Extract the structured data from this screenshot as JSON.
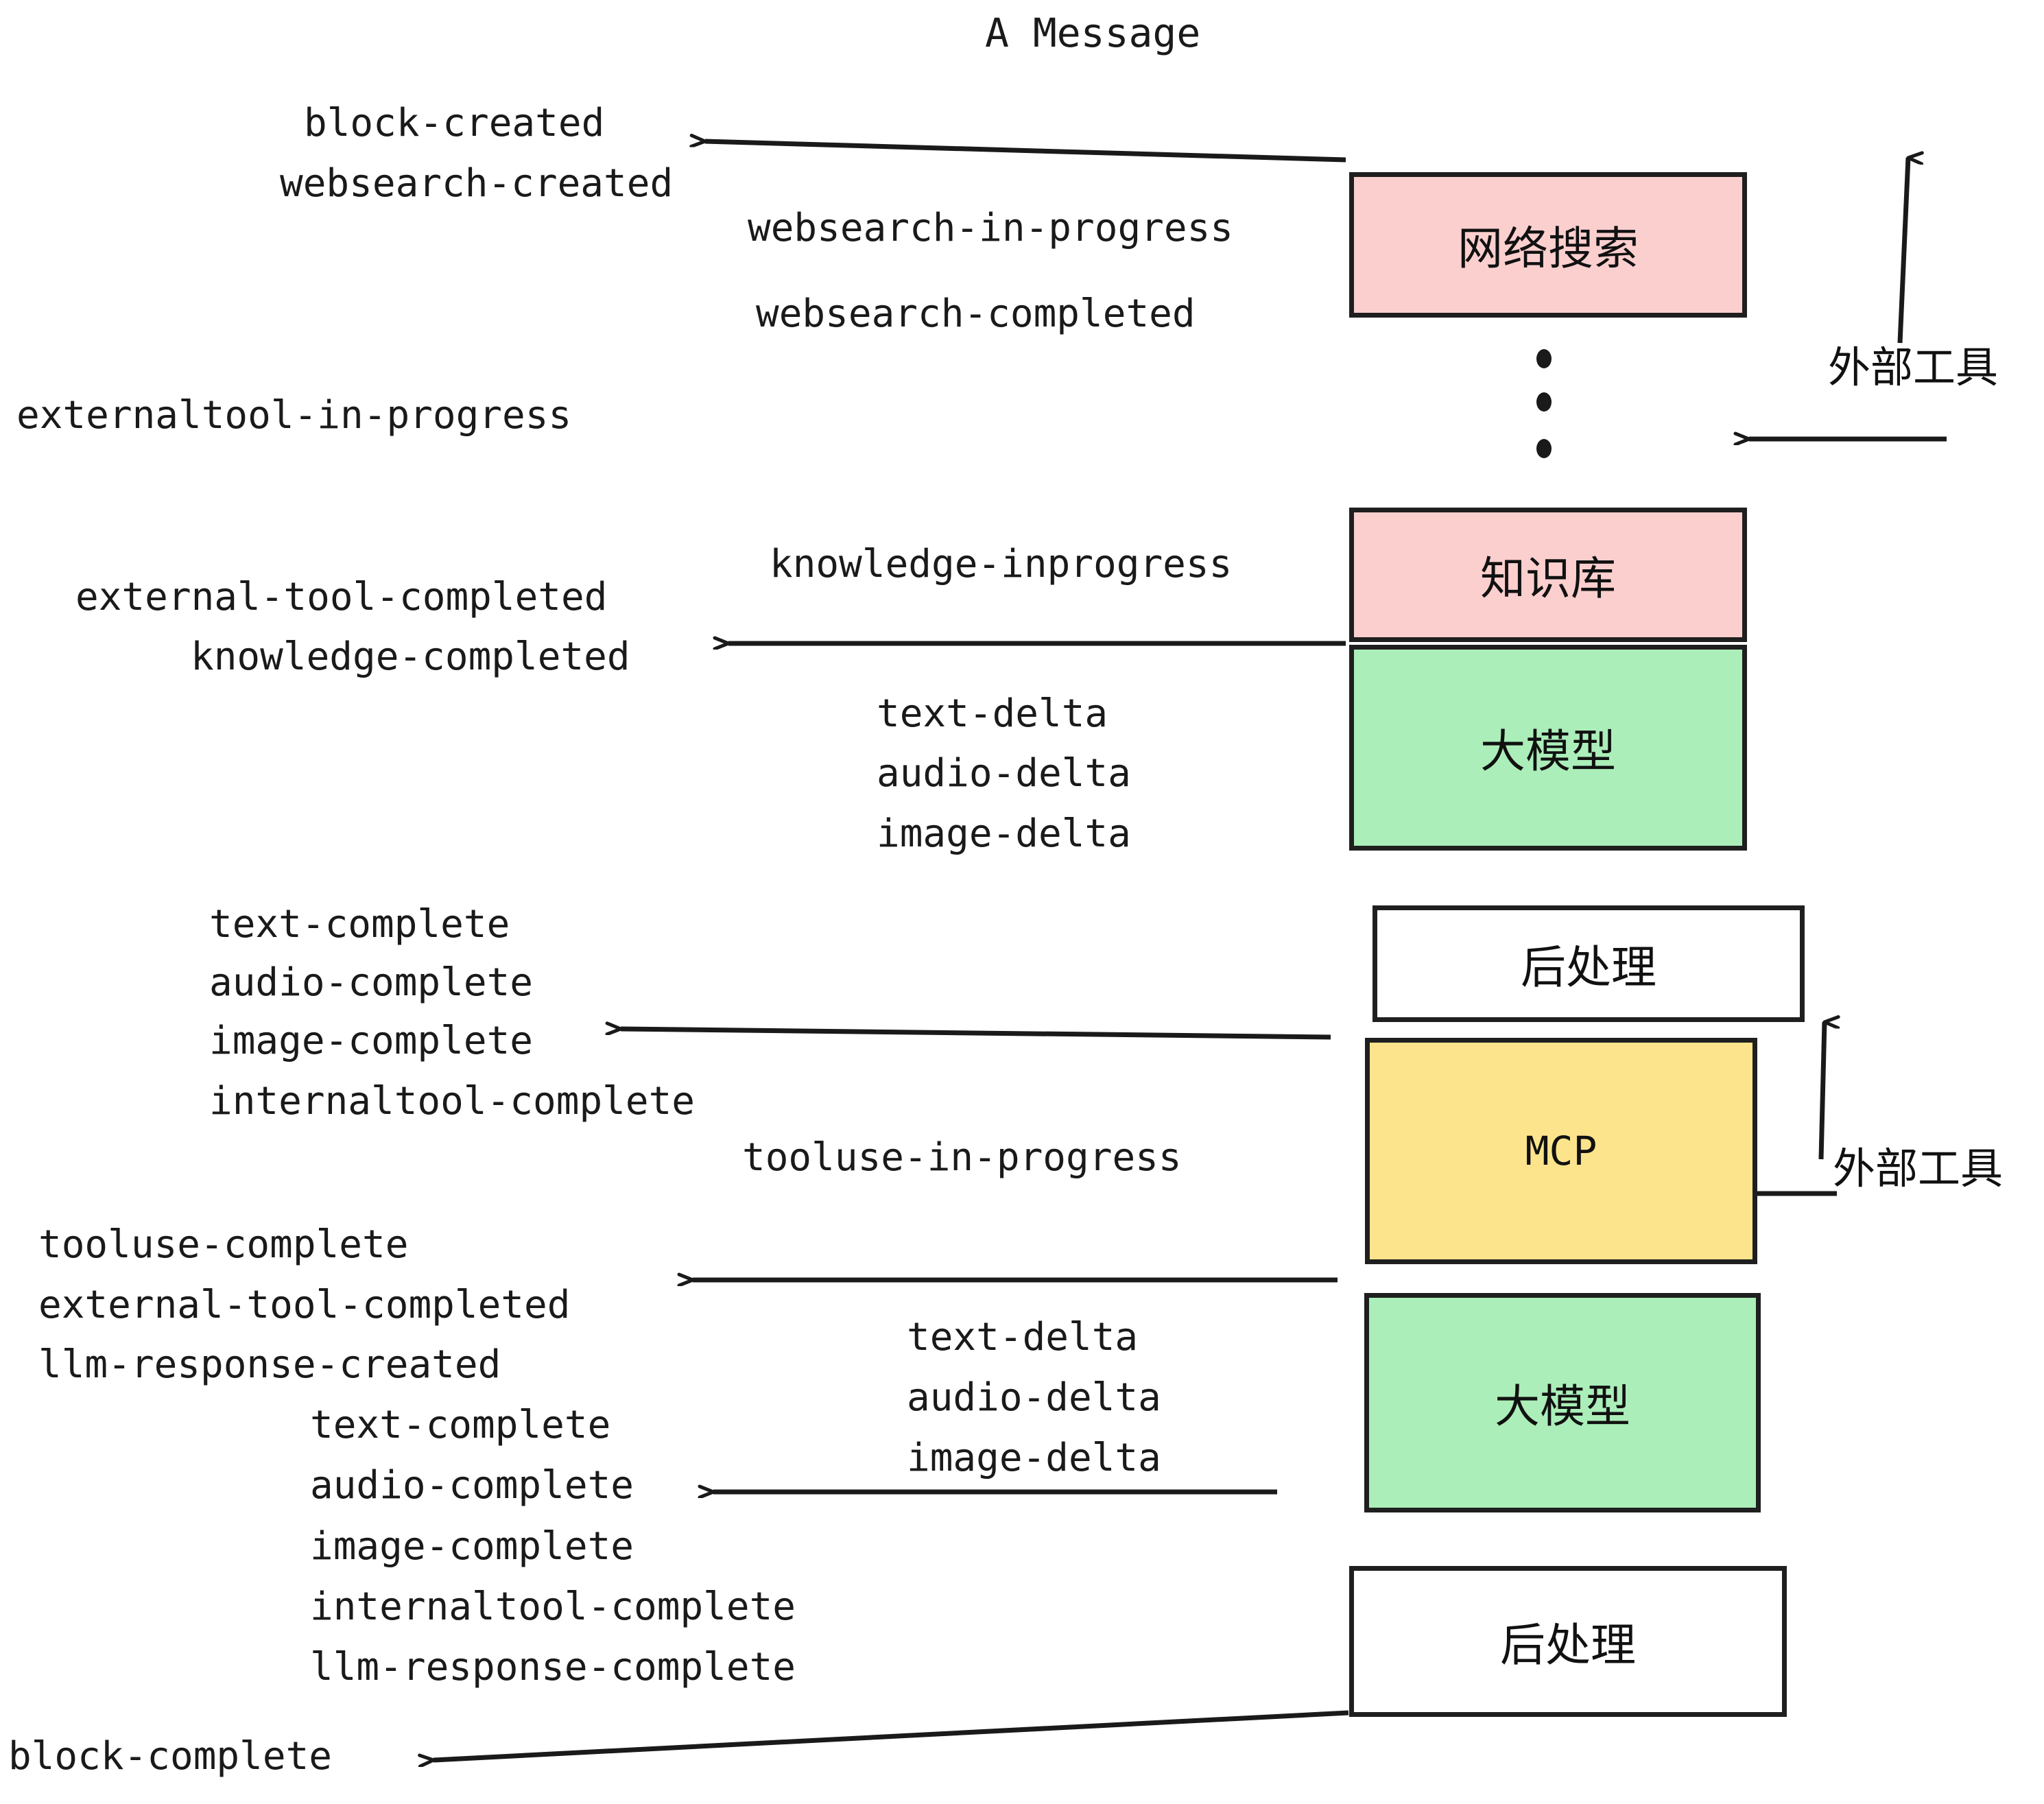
{
  "diagram": {
    "title": "A Message",
    "type": "sequence-flow",
    "colors": {
      "pink": "#fccfcf",
      "green": "#abeeb9",
      "yellow": "#fbe48c",
      "white": "#ffffff",
      "stroke": "#1f1f1f",
      "background": "#ffffff"
    },
    "nodes": [
      {
        "id": "websearch",
        "label": "网络搜索",
        "fill": "pink"
      },
      {
        "id": "knowledge",
        "label": "知识库",
        "fill": "pink"
      },
      {
        "id": "llm-1",
        "label": "大模型",
        "fill": "green"
      },
      {
        "id": "postprocess-1",
        "label": "后处理",
        "fill": "white"
      },
      {
        "id": "mcp",
        "label": "MCP",
        "fill": "yellow"
      },
      {
        "id": "llm-2",
        "label": "大模型",
        "fill": "green"
      },
      {
        "id": "postprocess-2",
        "label": "后处理",
        "fill": "white"
      }
    ],
    "side_annotations": [
      {
        "id": "external-tools-top",
        "label": "外部工具"
      },
      {
        "id": "external-tools-bottom",
        "label": "外部工具"
      }
    ],
    "ellipsis_dots": 3,
    "event_labels": [
      {
        "id": "block-created",
        "text": "block-created"
      },
      {
        "id": "websearch-created",
        "text": "websearch-created"
      },
      {
        "id": "websearch-in-progress",
        "text": "websearch-in-progress"
      },
      {
        "id": "websearch-completed",
        "text": "websearch-completed"
      },
      {
        "id": "externaltool-in-progress",
        "text": "externaltool-in-progress"
      },
      {
        "id": "knowledge-inprogress",
        "text": "knowledge-inprogress"
      },
      {
        "id": "external-tool-completed-1",
        "text": "external-tool-completed"
      },
      {
        "id": "knowledge-completed",
        "text": "knowledge-completed"
      },
      {
        "id": "text-delta-1",
        "text": "text-delta"
      },
      {
        "id": "audio-delta-1",
        "text": "audio-delta"
      },
      {
        "id": "image-delta-1",
        "text": "image-delta"
      },
      {
        "id": "text-complete-1",
        "text": "text-complete"
      },
      {
        "id": "audio-complete-1",
        "text": "audio-complete"
      },
      {
        "id": "image-complete-1",
        "text": "image-complete"
      },
      {
        "id": "internaltool-complete-1",
        "text": "internaltool-complete"
      },
      {
        "id": "tooluse-in-progress",
        "text": "tooluse-in-progress"
      },
      {
        "id": "tooluse-complete",
        "text": "tooluse-complete"
      },
      {
        "id": "external-tool-completed-2",
        "text": "external-tool-completed"
      },
      {
        "id": "llm-response-created",
        "text": "llm-response-created"
      },
      {
        "id": "text-delta-2",
        "text": "text-delta"
      },
      {
        "id": "audio-delta-2",
        "text": "audio-delta"
      },
      {
        "id": "image-delta-2",
        "text": "image-delta"
      },
      {
        "id": "text-complete-2",
        "text": "text-complete"
      },
      {
        "id": "audio-complete-2",
        "text": "audio-complete"
      },
      {
        "id": "image-complete-2",
        "text": "image-complete"
      },
      {
        "id": "internaltool-complete-2",
        "text": "internaltool-complete"
      },
      {
        "id": "llm-response-complete",
        "text": "llm-response-complete"
      },
      {
        "id": "block-complete",
        "text": "block-complete"
      }
    ]
  }
}
